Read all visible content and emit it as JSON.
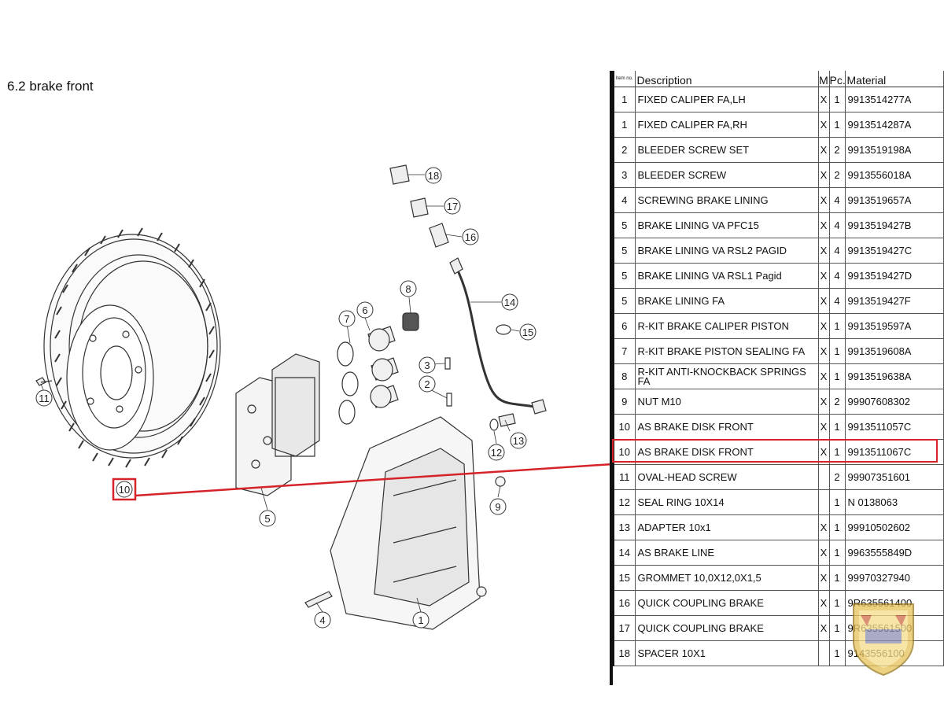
{
  "section_title": "6.2  brake front",
  "table": {
    "headers": {
      "item": "Item no.",
      "description": "Description",
      "m": "M",
      "pc": "Pc.",
      "material": "Material"
    },
    "rows": [
      {
        "item": "1",
        "description": "FIXED CALIPER FA,LH",
        "m": "X",
        "pc": "1",
        "material": "9913514277A"
      },
      {
        "item": "1",
        "description": "FIXED CALIPER FA,RH",
        "m": "X",
        "pc": "1",
        "material": "9913514287A"
      },
      {
        "item": "2",
        "description": "BLEEDER SCREW SET",
        "m": "X",
        "pc": "2",
        "material": "9913519198A"
      },
      {
        "item": "3",
        "description": "BLEEDER SCREW",
        "m": "X",
        "pc": "2",
        "material": "9913556018A"
      },
      {
        "item": "4",
        "description": "SCREWING BRAKE LINING",
        "m": "X",
        "pc": "4",
        "material": "9913519657A"
      },
      {
        "item": "5",
        "description": "BRAKE LINING VA PFC15",
        "m": "X",
        "pc": "4",
        "material": "9913519427B"
      },
      {
        "item": "5",
        "description": "BRAKE LINING VA RSL2 PAGID",
        "m": "X",
        "pc": "4",
        "material": "9913519427C"
      },
      {
        "item": "5",
        "description": "BRAKE LINING VA RSL1 Pagid",
        "m": "X",
        "pc": "4",
        "material": "9913519427D"
      },
      {
        "item": "5",
        "description": "BRAKE LINING FA",
        "m": "X",
        "pc": "4",
        "material": "9913519427F"
      },
      {
        "item": "6",
        "description": "R-KIT BRAKE CALIPER PISTON",
        "m": "X",
        "pc": "1",
        "material": "9913519597A"
      },
      {
        "item": "7",
        "description": "R-KIT BRAKE PISTON SEALING FA",
        "m": "X",
        "pc": "1",
        "material": "9913519608A"
      },
      {
        "item": "8",
        "description": "R-KIT ANTI-KNOCKBACK SPRINGS FA",
        "m": "X",
        "pc": "1",
        "material": "9913519638A"
      },
      {
        "item": "9",
        "description": "NUT M10",
        "m": "X",
        "pc": "2",
        "material": "99907608302"
      },
      {
        "item": "10",
        "description": "AS BRAKE DISK FRONT",
        "m": "X",
        "pc": "1",
        "material": "9913511057C"
      },
      {
        "item": "10",
        "description": "AS BRAKE DISK FRONT",
        "m": "X",
        "pc": "1",
        "material": "9913511067C"
      },
      {
        "item": "11",
        "description": "OVAL-HEAD SCREW",
        "m": "",
        "pc": "2",
        "material": "99907351601"
      },
      {
        "item": "12",
        "description": "SEAL RING 10X14",
        "m": "",
        "pc": "1",
        "material": "N  0138063"
      },
      {
        "item": "13",
        "description": "ADAPTER 10x1",
        "m": "X",
        "pc": "1",
        "material": "99910502602"
      },
      {
        "item": "14",
        "description": "AS BRAKE LINE",
        "m": "X",
        "pc": "1",
        "material": "9963555849D"
      },
      {
        "item": "15",
        "description": "GROMMET 10,0X12,0X1,5",
        "m": "X",
        "pc": "1",
        "material": "99970327940"
      },
      {
        "item": "16",
        "description": "QUICK COUPLING BRAKE",
        "m": "X",
        "pc": "1",
        "material": "9R635561400"
      },
      {
        "item": "17",
        "description": "QUICK COUPLING BRAKE",
        "m": "X",
        "pc": "1",
        "material": "9R635561500"
      },
      {
        "item": "18",
        "description": "SPACER 10X1",
        "m": "",
        "pc": "1",
        "material": "9143556100"
      }
    ]
  },
  "callouts": {
    "c1": "1",
    "c2": "2",
    "c3": "3",
    "c4": "4",
    "c5": "5",
    "c6": "6",
    "c7": "7",
    "c8": "8",
    "c9": "9",
    "c10": "10",
    "c11": "11",
    "c12": "12",
    "c13": "13",
    "c14": "14",
    "c15": "15",
    "c16": "16",
    "c17": "17",
    "c18": "18"
  },
  "colors": {
    "highlight": "#d6232a",
    "line": "#333333"
  }
}
